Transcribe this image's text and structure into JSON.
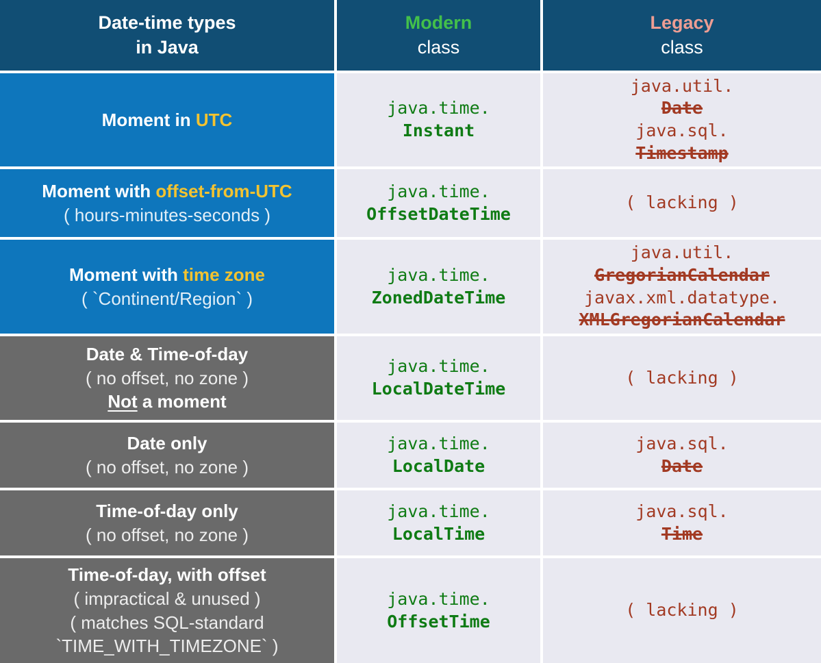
{
  "header": {
    "types_line1": "Date-time types",
    "types_line2": "in Java",
    "modern_label": "Modern",
    "modern_sub": "class",
    "legacy_label": "Legacy",
    "legacy_sub": "class"
  },
  "colors": {
    "header_bg": "#114E74",
    "blue_row_bg": "#0E76BC",
    "gray_row_bg": "#6A6A6A",
    "highlight_yellow": "#F3C330",
    "modern_green": "#43C04A",
    "legacy_salmon": "#ED9D93",
    "cell_bg": "#E9E9F1",
    "code_green": "#0F7B14",
    "code_red": "#A23A23"
  },
  "rows": [
    {
      "theme": "blue",
      "label_lines": [
        {
          "segments": [
            {
              "t": "Moment in "
            },
            {
              "t": "UTC",
              "s": "hl"
            }
          ]
        }
      ],
      "modern_lines": [
        {
          "t": "java.time.",
          "s": "pkg"
        },
        {
          "t": "Instant",
          "s": "cls"
        }
      ],
      "legacy_lines": [
        {
          "t": "java.util.",
          "s": "pkg"
        },
        {
          "t": "Date",
          "s": "cls strike"
        },
        {
          "t": "java.sql.",
          "s": "pkg"
        },
        {
          "t": "Timestamp",
          "s": "cls strike"
        }
      ]
    },
    {
      "theme": "blue",
      "label_lines": [
        {
          "segments": [
            {
              "t": "Moment with "
            },
            {
              "t": "offset-from-UTC",
              "s": "hl"
            }
          ]
        },
        {
          "segments": [
            {
              "t": "( hours-minutes-seconds )",
              "s": "soft"
            }
          ]
        }
      ],
      "modern_lines": [
        {
          "t": "java.time.",
          "s": "pkg"
        },
        {
          "t": "OffsetDateTime",
          "s": "cls"
        }
      ],
      "legacy_lines": [
        {
          "t": "( lacking )",
          "s": "lack"
        }
      ]
    },
    {
      "theme": "blue",
      "label_lines": [
        {
          "segments": [
            {
              "t": "Moment with "
            },
            {
              "t": "time zone",
              "s": "hl"
            }
          ]
        },
        {
          "segments": [
            {
              "t": "( `Continent/Region` )",
              "s": "soft"
            }
          ]
        }
      ],
      "modern_lines": [
        {
          "t": "java.time.",
          "s": "pkg"
        },
        {
          "t": "ZonedDateTime",
          "s": "cls"
        }
      ],
      "legacy_lines": [
        {
          "t": "java.util.",
          "s": "pkg"
        },
        {
          "t": "GregorianCalendar",
          "s": "cls strike"
        },
        {
          "t": "javax.xml.datatype.",
          "s": "pkg"
        },
        {
          "t": "XMLGregorianCalendar",
          "s": "cls strike"
        }
      ]
    },
    {
      "theme": "gray",
      "label_lines": [
        {
          "segments": [
            {
              "t": "Date & Time-of-day"
            }
          ]
        },
        {
          "segments": [
            {
              "t": "( no offset, no zone )",
              "s": "soft"
            }
          ]
        },
        {
          "segments": [
            {
              "t": "Not",
              "s": "underline"
            },
            {
              "t": " a moment"
            }
          ]
        }
      ],
      "modern_lines": [
        {
          "t": "java.time.",
          "s": "pkg"
        },
        {
          "t": "LocalDateTime",
          "s": "cls"
        }
      ],
      "legacy_lines": [
        {
          "t": "( lacking )",
          "s": "lack"
        }
      ]
    },
    {
      "theme": "gray",
      "label_lines": [
        {
          "segments": [
            {
              "t": "Date only"
            }
          ]
        },
        {
          "segments": [
            {
              "t": "( no offset, no zone )",
              "s": "soft"
            }
          ]
        }
      ],
      "modern_lines": [
        {
          "t": "java.time.",
          "s": "pkg"
        },
        {
          "t": "LocalDate",
          "s": "cls"
        }
      ],
      "legacy_lines": [
        {
          "t": "java.sql.",
          "s": "pkg"
        },
        {
          "t": "Date",
          "s": "cls strike"
        }
      ]
    },
    {
      "theme": "gray",
      "label_lines": [
        {
          "segments": [
            {
              "t": "Time-of-day only"
            }
          ]
        },
        {
          "segments": [
            {
              "t": "( no offset, no zone )",
              "s": "soft"
            }
          ]
        }
      ],
      "modern_lines": [
        {
          "t": "java.time.",
          "s": "pkg"
        },
        {
          "t": "LocalTime",
          "s": "cls"
        }
      ],
      "legacy_lines": [
        {
          "t": "java.sql.",
          "s": "pkg"
        },
        {
          "t": "Time",
          "s": "cls strike"
        }
      ]
    },
    {
      "theme": "gray",
      "label_lines": [
        {
          "segments": [
            {
              "t": "Time-of-day, with offset"
            }
          ]
        },
        {
          "segments": [
            {
              "t": "( impractical & unused )",
              "s": "soft"
            }
          ]
        },
        {
          "segments": [
            {
              "t": "( matches SQL-standard",
              "s": "soft"
            }
          ]
        },
        {
          "segments": [
            {
              "t": "`TIME_WITH_TIMEZONE` )",
              "s": "soft"
            }
          ]
        }
      ],
      "modern_lines": [
        {
          "t": "java.time.",
          "s": "pkg"
        },
        {
          "t": "OffsetTime",
          "s": "cls"
        }
      ],
      "legacy_lines": [
        {
          "t": "( lacking )",
          "s": "lack"
        }
      ]
    }
  ]
}
